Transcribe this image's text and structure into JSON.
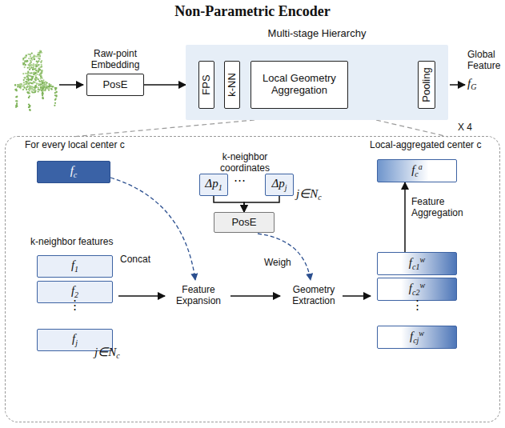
{
  "diagram": {
    "title": "Non-Parametric Encoder",
    "nodes": [
      {
        "text": [
          "Raw-point Embedding",
          "PosE"
        ]
      },
      {
        "text": [
          "Multi-stage Hierarchy"
        ]
      },
      {
        "text": [
          "FPS"
        ],
        "in": 1
      },
      {
        "text": [
          "k-NN"
        ],
        "in": 1
      },
      {
        "text": [
          "Local Geometry Aggregation"
        ],
        "in": 1
      },
      {
        "text": [
          "Pooling"
        ],
        "in": 1
      },
      {
        "text": [
          "For every local center c",
          "Local-aggregated center c"
        ]
      },
      {
        "text": [
          "fc"
        ],
        "in": 6
      },
      {
        "text": [
          "Δp1"
        ],
        "in": 6
      },
      {
        "text": [
          "Δpj"
        ],
        "in": 6
      },
      {
        "text": [
          "PosE"
        ],
        "in": 6
      },
      {
        "text": [
          "f1"
        ],
        "in": 6
      },
      {
        "text": [
          "f2"
        ],
        "in": 6
      },
      {
        "text": [
          "fj"
        ],
        "in": 6
      },
      {
        "text": [
          "fca"
        ],
        "in": 6
      },
      {
        "text": [
          "fc1w"
        ],
        "in": 6
      },
      {
        "text": [
          "fc2w"
        ],
        "in": 6
      },
      {
        "text": [
          "fcjw"
        ],
        "in": 6
      }
    ],
    "edges": [
      {
        "from": 0,
        "to": 1,
        "arrow": "to"
      },
      {
        "from": 2,
        "to": 3,
        "arrow": "to"
      },
      {
        "from": 3,
        "to": 4,
        "arrow": "to"
      },
      {
        "from": 4,
        "to": 5,
        "arrow": "to"
      },
      {
        "from": 8,
        "to": 10,
        "arrow": "to"
      },
      {
        "from": 9,
        "to": 10,
        "arrow": "to"
      },
      {
        "from": 15,
        "to": 14,
        "arrow": "to"
      }
    ],
    "labels": [
      "Global Feature",
      "fG",
      "X 4",
      "k-neighbor coordinates",
      "⋯",
      "j∈Nc",
      "k-neighbor features",
      "⋮",
      "j∈Nc",
      "Concat",
      "Feature Expansion",
      "Weigh",
      "Geometry Extraction",
      "Feature Aggregation",
      "⋮"
    ]
  }
}
